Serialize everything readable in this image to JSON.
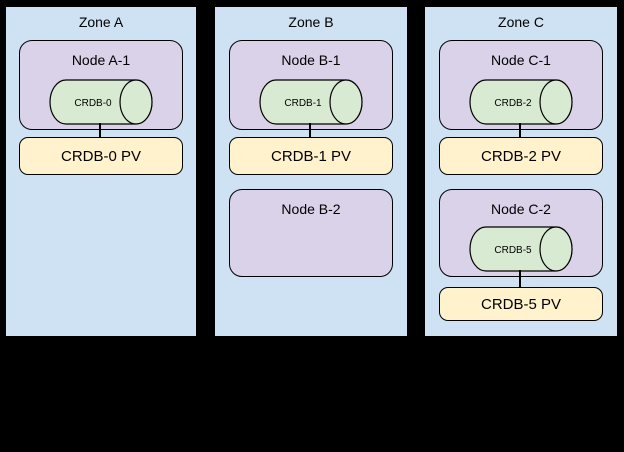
{
  "colors": {
    "background": "#000000",
    "zone_fill": "#cfe2f3",
    "node_fill": "#d9d2e9",
    "db_fill": "#d9ead3",
    "pv_fill": "#fff2cc",
    "border": "#000000"
  },
  "zones": [
    {
      "label": "Zone A",
      "nodes": [
        {
          "label": "Node A-1",
          "db": "CRDB-0"
        }
      ],
      "pvs": [
        {
          "label": "CRDB-0 PV"
        }
      ]
    },
    {
      "label": "Zone B",
      "nodes": [
        {
          "label": "Node B-1",
          "db": "CRDB-1"
        },
        {
          "label": "Node B-2"
        }
      ],
      "pvs": [
        {
          "label": "CRDB-1 PV"
        }
      ]
    },
    {
      "label": "Zone C",
      "nodes": [
        {
          "label": "Node C-1",
          "db": "CRDB-2"
        },
        {
          "label": "Node C-2",
          "db": "CRDB-5"
        }
      ],
      "pvs": [
        {
          "label": "CRDB-2 PV"
        },
        {
          "label": "CRDB-5 PV"
        }
      ]
    }
  ]
}
